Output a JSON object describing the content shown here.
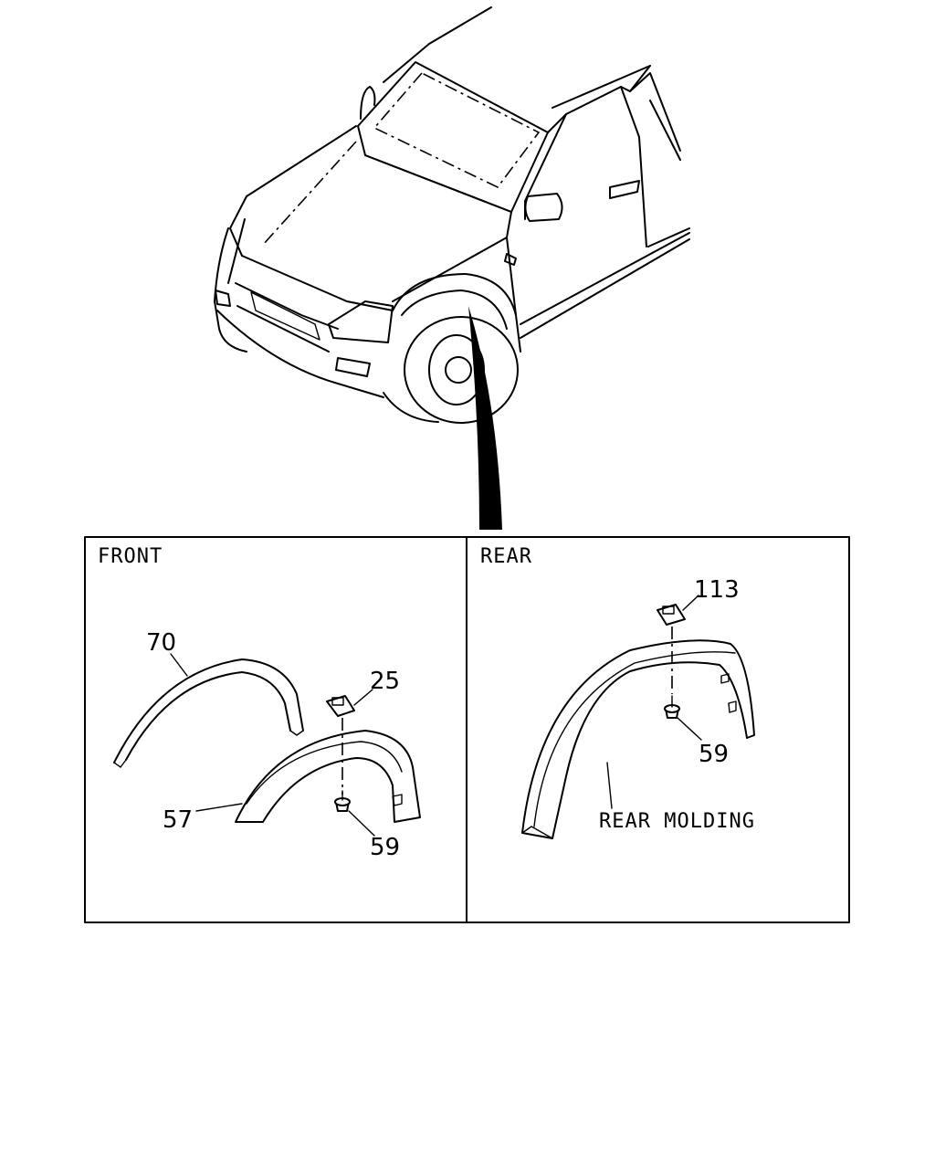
{
  "panels": {
    "front": {
      "title": "FRONT"
    },
    "rear": {
      "title": "REAR"
    }
  },
  "callouts": {
    "front_70": "70",
    "front_25": "25",
    "front_57": "57",
    "front_59": "59",
    "rear_113": "113",
    "rear_59": "59",
    "rear_molding": "REAR MOLDING"
  }
}
